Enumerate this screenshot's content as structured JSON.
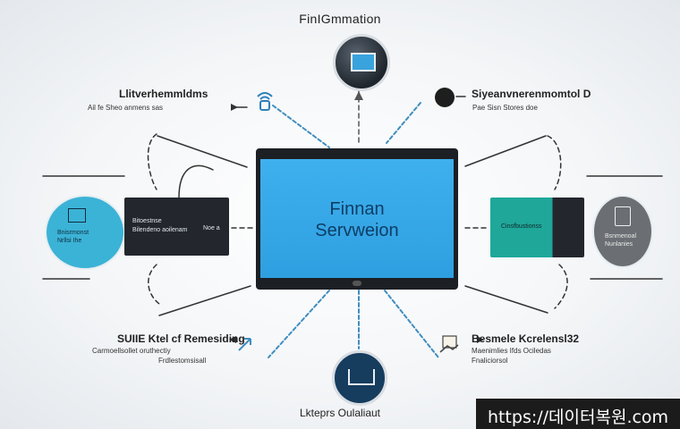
{
  "top": {
    "title": "FinIGmmation"
  },
  "top_left": {
    "title": "Llitverhemmldms",
    "subtitle": "Ail fe Sheo anmens sas"
  },
  "top_right": {
    "title": "Siyeanvnerenmomtol D",
    "subtitle": "Pae Sisn Stores doe"
  },
  "center": {
    "line1": "Finnan",
    "line2": "Servweion"
  },
  "left_device": {
    "line1": "Bitoestnse",
    "line2": "Bilendeno aoilenam",
    "tag": "Noe a"
  },
  "left_circle": {
    "line1": "Bnisrmonst",
    "line2": "Nrllsi Ihe"
  },
  "right_device": {
    "line1": "Cinsfbustionss"
  },
  "right_circle": {
    "line1": "Bsnmenoal",
    "line2": "Nunlanies"
  },
  "bottom_left": {
    "title": "SUIIE Ktel cf Remesiding",
    "line2": "Carmoellsollet oruthectiy",
    "line3": "Frdlestomsisall"
  },
  "bottom_right": {
    "title": "Besmele Kcrelensl32",
    "line2": "Maenimlies Ifds Ociledas",
    "line3": "Fnaliciorsol"
  },
  "bottom": {
    "title": "Lkteprs Oulaliaut"
  },
  "footer": {
    "url": "https://데이터복원.com"
  },
  "colors": {
    "accent_blue": "#3fb0ee",
    "teal": "#1fa79a",
    "navy": "#163c5e",
    "dark": "#1c1f24"
  }
}
